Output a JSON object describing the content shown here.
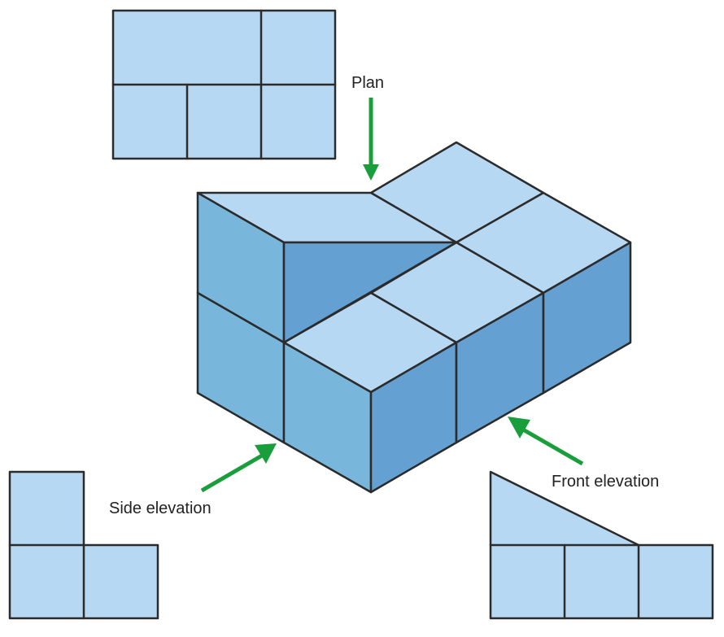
{
  "labels": {
    "plan": "Plan",
    "side_elevation": "Side elevation",
    "front_elevation": "Front elevation"
  },
  "colors": {
    "top_face": "#b6d8f3",
    "left_face": "#79b6dc",
    "right_face": "#64a0d2",
    "view_fill": "#b6d8f3",
    "edge": "#2b2b2b",
    "arrow": "#1a9e3c"
  }
}
